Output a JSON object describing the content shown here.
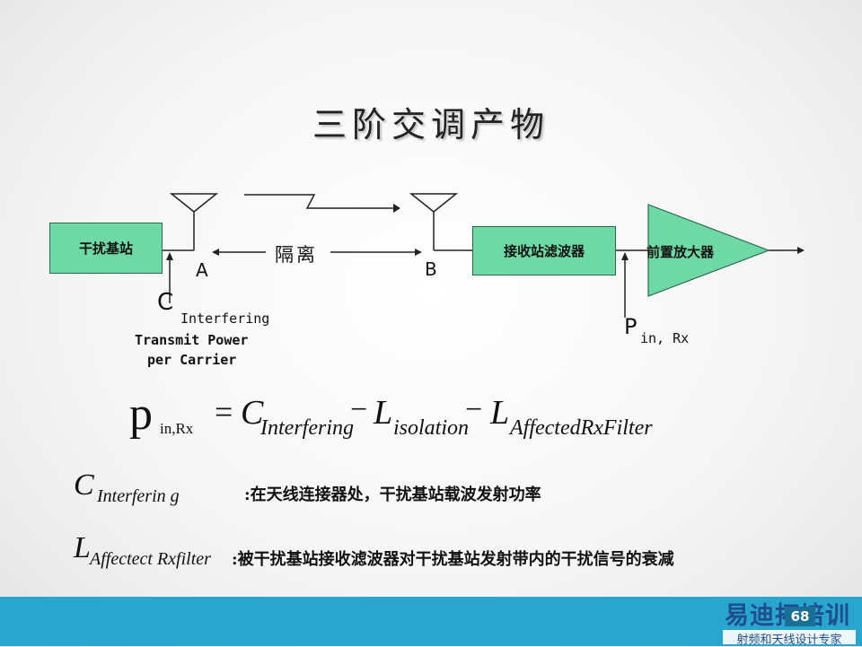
{
  "slide": {
    "title": "三阶交调产物",
    "page_number": "68"
  },
  "diagram": {
    "interfering_bs": "干扰基站",
    "rx_filter": "接收站滤波器",
    "preamp": "前置放大器",
    "isolation": "隔离",
    "point_a": "A",
    "point_b": "B",
    "c_letter": "C",
    "c_sub": "Interfering",
    "transmit_power_line1": "Transmit Power",
    "transmit_power_line2": "per Carrier",
    "p_letter": "P",
    "p_sub": "in, Rx"
  },
  "formula": {
    "p": "p",
    "p_sub": "in,Rx",
    "eq": "=",
    "c": "C",
    "c_sub": "Interfering",
    "minus": "−",
    "l1": "L",
    "l1_sub": "isolation",
    "l2": "L",
    "l2_sub": "AffectedRxFilter"
  },
  "definitions": [
    {
      "symbol": "C",
      "sub": "Interferin g",
      "text": ":在天线连接器处，干扰基站载波发射功率"
    },
    {
      "symbol": "L",
      "sub": "Affectect Rxfilter",
      "text": ":被干扰基站接收滤波器对干扰基站发射带内的干扰信号的衰减"
    }
  ],
  "logo": {
    "brand": "易迪拓培训",
    "tagline": "射频和天线设计专家"
  },
  "colors": {
    "box_fill": "#6ed9a4",
    "footer": "#29a6cf"
  }
}
